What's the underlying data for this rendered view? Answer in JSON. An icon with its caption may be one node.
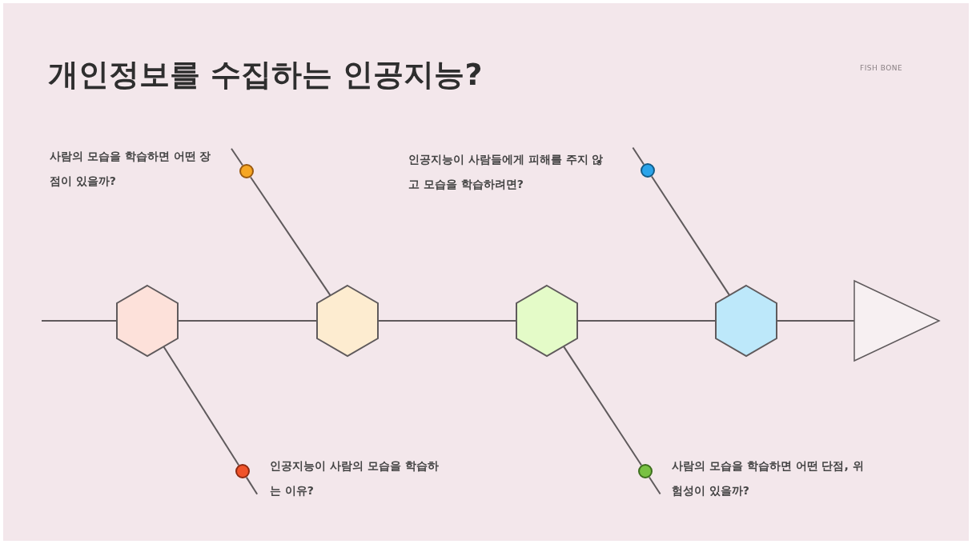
{
  "diagram": {
    "title": "개인정보를 수집하는 인공지능?",
    "nodes": [
      {
        "text": [],
        "shape": "hexagon"
      },
      {
        "text": [],
        "shape": "hexagon"
      },
      {
        "text": [],
        "shape": "hexagon"
      },
      {
        "text": [],
        "shape": "hexagon"
      },
      {
        "text": [],
        "shape": "triangle"
      },
      {
        "text": [],
        "shape": "circle",
        "beside": [
          "사람의 모습을 학습하면 어떤 장점이 있을까?"
        ]
      },
      {
        "text": [],
        "shape": "circle",
        "beside": [
          "인공지능이 사람의 모습을 학습하는 이유?"
        ]
      },
      {
        "text": [],
        "shape": "circle",
        "beside": [
          "사람의 모습을 학습하면 어떤 단점, 위험성이 있을까?"
        ]
      },
      {
        "text": [],
        "shape": "circle",
        "beside": [
          "인공지능이 사람들에게 피해를 주지 않고 모습을 학습하려면?"
        ]
      }
    ],
    "edges": [
      {
        "from": null,
        "to": 0,
        "arrow": "none"
      },
      {
        "from": 0,
        "to": 1,
        "arrow": "none"
      },
      {
        "from": 1,
        "to": 2,
        "arrow": "none"
      },
      {
        "from": 2,
        "to": 3,
        "arrow": "none"
      },
      {
        "from": 3,
        "to": 4,
        "arrow": "none"
      },
      {
        "from": 1,
        "to": 5,
        "arrow": "none"
      },
      {
        "from": 0,
        "to": 6,
        "arrow": "none"
      },
      {
        "from": 2,
        "to": 7,
        "arrow": "none"
      },
      {
        "from": 3,
        "to": 8,
        "arrow": "none"
      }
    ],
    "labels": [
      "FISH BONE"
    ]
  }
}
